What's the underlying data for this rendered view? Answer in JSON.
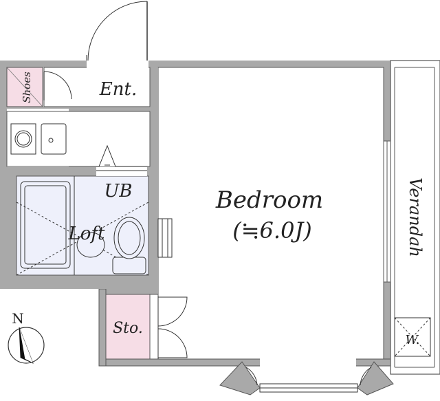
{
  "rooms": {
    "bedroom": {
      "name": "Bedroom",
      "size": "(≒6.0J)"
    },
    "entrance": {
      "name": "Ent."
    },
    "shoes": {
      "name": "Shoes"
    },
    "unit_bath": {
      "name": "UB"
    },
    "loft": {
      "name": "Loft"
    },
    "storage": {
      "name": "Sto."
    },
    "veranda": {
      "name": "Verandah"
    },
    "washer": {
      "name": "W."
    }
  },
  "compass": {
    "north_label": "N"
  },
  "colors": {
    "wall": "#a9a9a9",
    "wall_outline": "#555555",
    "bath_fill": "#eef0fb",
    "shoes_fill": "#f6dde6",
    "storage_fill": "#f6dde6",
    "line": "#333333"
  }
}
